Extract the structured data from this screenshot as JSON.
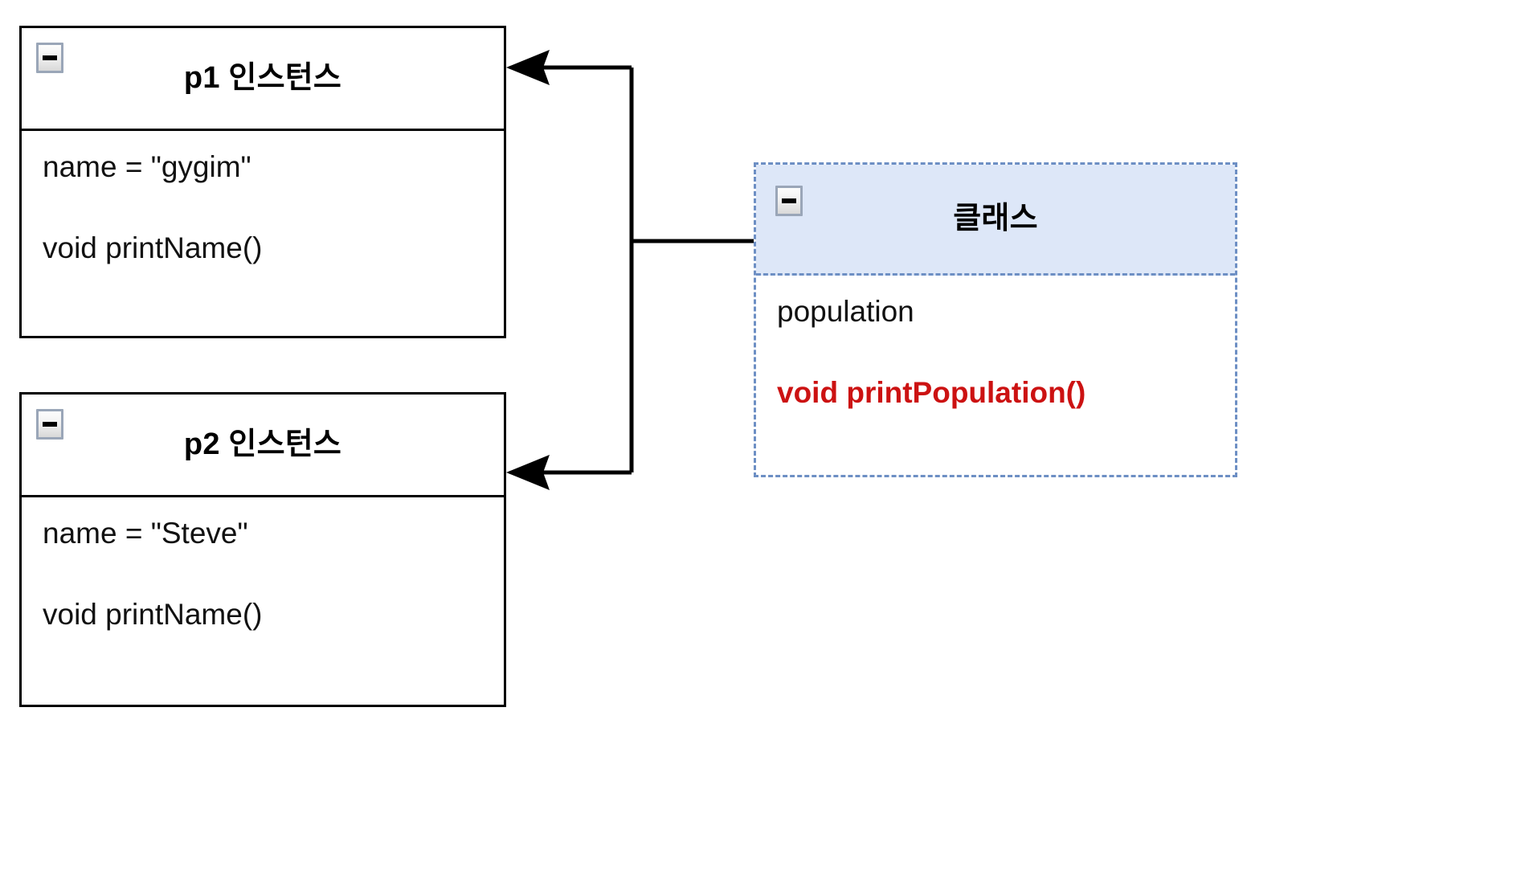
{
  "diagram": {
    "title": "UML instance and class relationship diagram",
    "background_color": "#ffffff",
    "accent_red": "#cc1212",
    "class_border_color": "#6d8fc4",
    "class_header_fill": "#dde7f8",
    "instance_border_color": "#000000",
    "connector_color": "#000000"
  },
  "instances": [
    {
      "id": "p1",
      "title": "p1 인스턴스",
      "collapse_icon": "minus-icon",
      "members": [
        "name = \"gygim\"",
        "void printName()"
      ]
    },
    {
      "id": "p2",
      "title": "p2 인스턴스",
      "collapse_icon": "minus-icon",
      "members": [
        "name = \"Steve\"",
        "void printName()"
      ]
    }
  ],
  "class_box": {
    "id": "class",
    "title": "클래스",
    "collapse_icon": "minus-icon",
    "field": "population",
    "method": "void printPopulation()"
  },
  "connectors": [
    {
      "id": "class-to-p1",
      "from": "class-box",
      "to": "p1-instance",
      "arrowhead": "filled-triangle-left"
    },
    {
      "id": "class-to-p2",
      "from": "class-box",
      "to": "p2-instance",
      "arrowhead": "filled-triangle-left"
    }
  ]
}
